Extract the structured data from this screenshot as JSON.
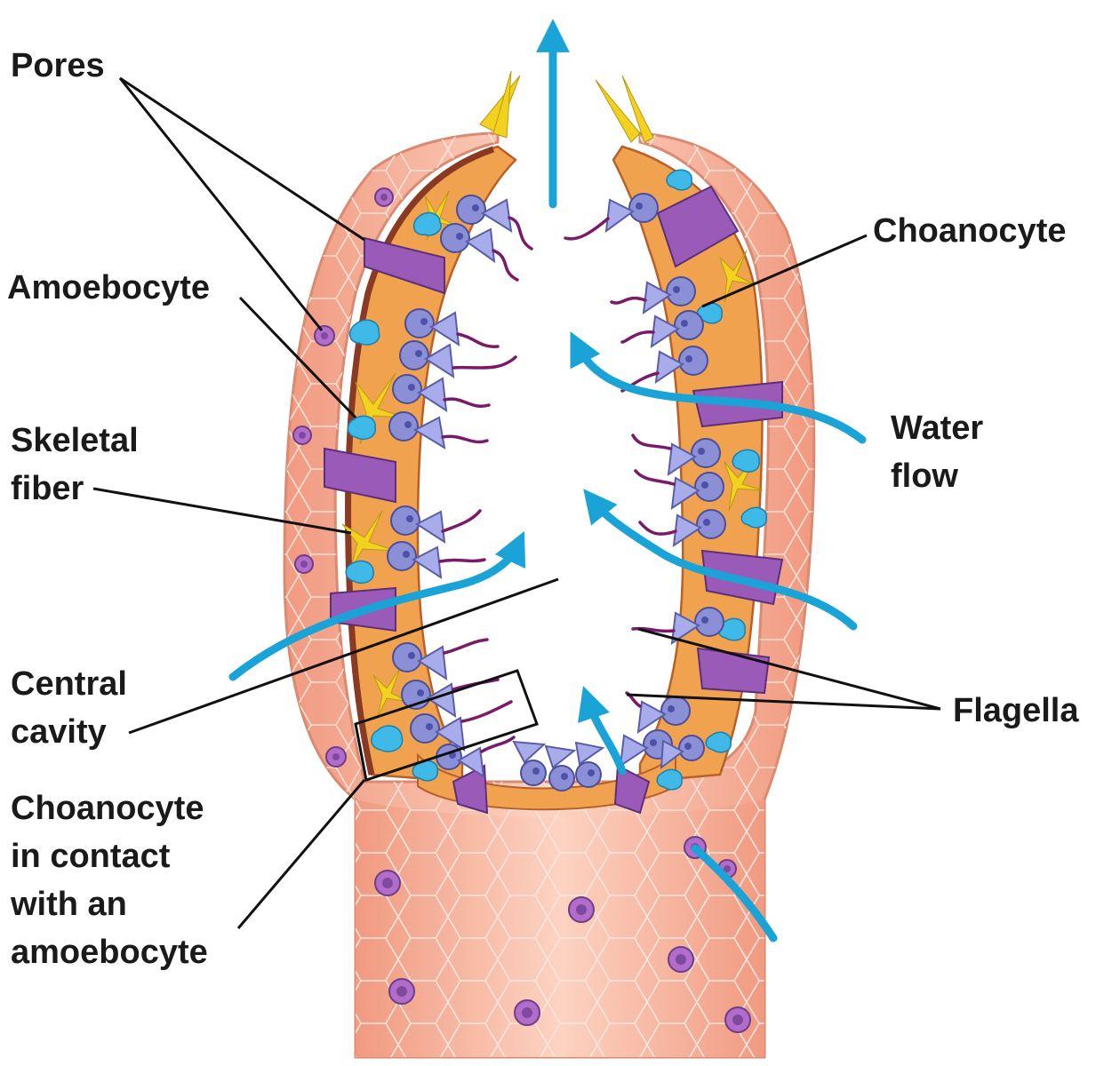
{
  "labels": {
    "pores": "Pores",
    "amoebocyte": "Amoebocyte",
    "skeletal_fiber_1": "Skeletal",
    "skeletal_fiber_2": "fiber",
    "central_cavity_1": "Central",
    "central_cavity_2": "cavity",
    "contact_1": "Choanocyte",
    "contact_2": "in contact",
    "contact_3": "with an",
    "contact_4": "amoebocyte",
    "choanocyte": "Choanocyte",
    "water_flow_1": "Water",
    "water_flow_2": "flow",
    "flagella": "Flagella"
  },
  "colors": {
    "epidermis": "#f6b59a",
    "mesohyl": "#f0a24e",
    "choanocyte": "#8a8fd6",
    "water_arrow": "#1aa3d6",
    "pore_cell": "#9a5bb8",
    "spicule": "#f2d21e"
  }
}
